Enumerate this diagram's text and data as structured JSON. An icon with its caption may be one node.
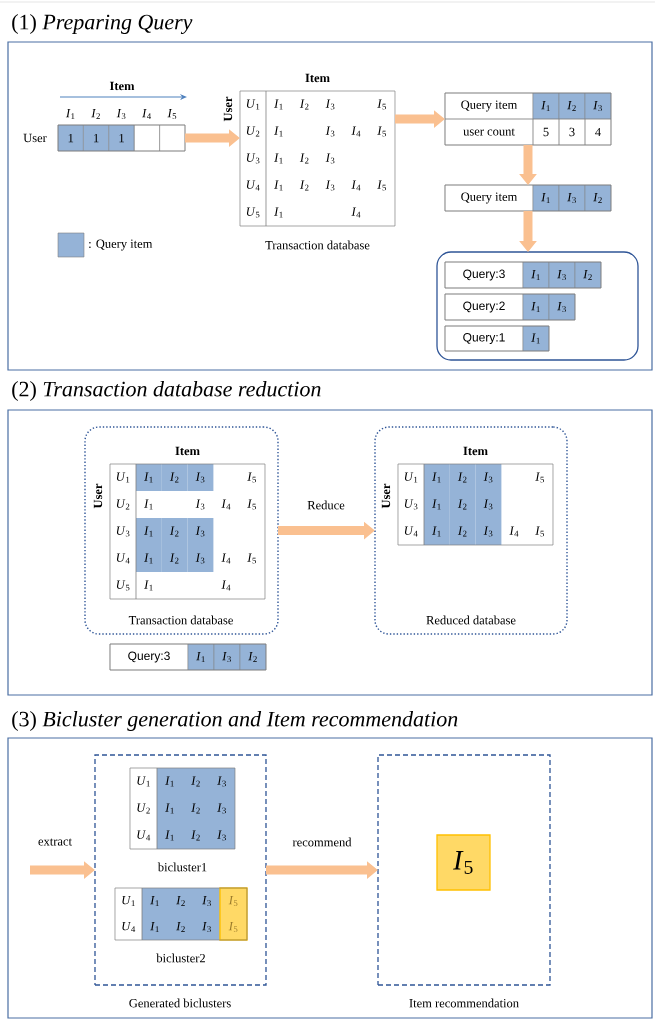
{
  "diagram": {
    "nodes": [
      {
        "text": [
          "(1) *Preparing Query*"
        ]
      },
      {
        "text": [
          "Item",
          "*I*$_{1}$",
          "*I*$_{2}$",
          "*I*$_{3}$",
          "*I*$_{4}$",
          "*I*$_{5}$",
          "User",
          "1",
          "1",
          "1"
        ],
        "in": 0
      },
      {
        "text": [
          "Item",
          "User",
          "*U*$_{1}$",
          "*I*$_{1}$",
          "*I*$_{2}$",
          "*I*$_{3}$",
          "*I*$_{5}$",
          "*U*$_{2}$",
          "*I*$_{1}$",
          "*I*$_{3}$",
          "*I*$_{4}$",
          "*I*$_{5}$",
          "*U*$_{3}$",
          "*I*$_{1}$",
          "*I*$_{2}$",
          "*I*$_{3}$",
          "*U*$_{4}$",
          "*I*$_{1}$",
          "*I*$_{2}$",
          "*I*$_{3}$",
          "*I*$_{4}$",
          "*I*$_{5}$",
          "*U*$_{5}$",
          "*I*$_{1}$",
          "*I*$_{4}$",
          "Transaction database"
        ],
        "in": 0
      },
      {
        "text": [
          "Query item",
          "*I*$_{1}$",
          "*I*$_{2}$",
          "*I*$_{3}$",
          "user count",
          "5",
          "3",
          "4"
        ],
        "in": 0
      },
      {
        "text": [
          "Query item",
          "*I*$_{1}$",
          "*I*$_{3}$",
          "*I*$_{2}$"
        ],
        "in": 0
      },
      {
        "text": [],
        "shape": "box",
        "in": 0
      },
      {
        "text": [
          "Query:3",
          "*I*$_{1}$",
          "*I*$_{3}$",
          "*I*$_{2}$"
        ],
        "in": 5
      },
      {
        "text": [
          "Query:2",
          "*I*$_{1}$",
          "*I*$_{3}$"
        ],
        "in": 5
      },
      {
        "text": [
          "Query:1",
          "*I*$_{1}$"
        ],
        "in": 5
      },
      {
        "text": [
          "(2) *Transaction database reduction*"
        ]
      },
      {
        "text": [
          "Transaction database"
        ],
        "in": 9
      },
      {
        "text": [
          "Item",
          "User",
          "*U*$_{1}$",
          "*I*$_{1}$",
          "*I*$_{2}$",
          "*I*$_{3}$",
          "*I*$_{5}$",
          "*U*$_{2}$",
          "*I*$_{1}$",
          "*I*$_{3}$",
          "*I*$_{4}$",
          "*I*$_{5}$",
          "*U*$_{3}$",
          "*I*$_{1}$",
          "*I*$_{2}$",
          "*I*$_{3}$",
          "*U*$_{4}$",
          "*I*$_{1}$",
          "*I*$_{2}$",
          "*I*$_{3}$",
          "*I*$_{4}$",
          "*I*$_{5}$",
          "*U*$_{5}$",
          "*I*$_{1}$",
          "*I*$_{4}$"
        ],
        "in": 10
      },
      {
        "text": [
          "Reduced database"
        ],
        "in": 9
      },
      {
        "text": [
          "Item",
          "User",
          "*U*$_{1}$",
          "*I*$_{1}$",
          "*I*$_{2}$",
          "*I*$_{3}$",
          "*I*$_{5}$",
          "*U*$_{3}$",
          "*I*$_{1}$",
          "*I*$_{2}$",
          "*I*$_{3}$",
          "*U*$_{4}$",
          "*I*$_{1}$",
          "*I*$_{2}$",
          "*I*$_{3}$",
          "*I*$_{4}$",
          "*I*$_{5}$"
        ],
        "in": 12
      },
      {
        "text": [
          "Query:3",
          "*I*$_{1}$",
          "*I*$_{3}$",
          "*I*$_{2}$"
        ],
        "in": 9
      },
      {
        "text": [
          "(3) *Bicluster generation and Item recommendation*"
        ]
      },
      {
        "text": [
          "Generated biclusters"
        ],
        "in": 15
      },
      {
        "text": [
          "*U*$_{1}$",
          "*I*$_{1}$",
          "*I*$_{2}$",
          "*I*$_{3}$",
          "*U*$_{2}$",
          "*I*$_{1}$",
          "*I*$_{2}$",
          "*I*$_{3}$",
          "*U*$_{4}$",
          "*I*$_{1}$",
          "*I*$_{2}$",
          "*I*$_{3}$",
          "bicluster1"
        ],
        "in": 16
      },
      {
        "text": [
          "*U*$_{1}$",
          "*I*$_{1}$",
          "*I*$_{2}$",
          "*I*$_{3}$",
          "*I*$_{5}$",
          "*U*$_{4}$",
          "*I*$_{1}$",
          "*I*$_{2}$",
          "*I*$_{3}$",
          "*I*$_{5}$",
          "bicluster2"
        ],
        "in": 16
      },
      {
        "text": [
          "Item recommendation"
        ],
        "in": 15
      },
      {
        "text": [
          "*I*$_{5}$"
        ],
        "in": 19
      }
    ],
    "edges": [
      {
        "from": 1,
        "to": 2,
        "arrow": "to"
      },
      {
        "from": 2,
        "to": 3,
        "arrow": "to"
      },
      {
        "from": 3,
        "to": 4,
        "arrow": "to"
      },
      {
        "from": 4,
        "to": 5,
        "arrow": "to"
      },
      {
        "from": 10,
        "to": 12,
        "arrow": "to",
        "label": "Reduce"
      },
      {
        "from": null,
        "to": 16,
        "arrow": "to",
        "label": "extract"
      },
      {
        "from": 16,
        "to": 19,
        "arrow": "to",
        "label": "recommend"
      }
    ],
    "legend": [
      {
        "text": ": Query item",
        "color": "#95b3d7"
      }
    ]
  }
}
